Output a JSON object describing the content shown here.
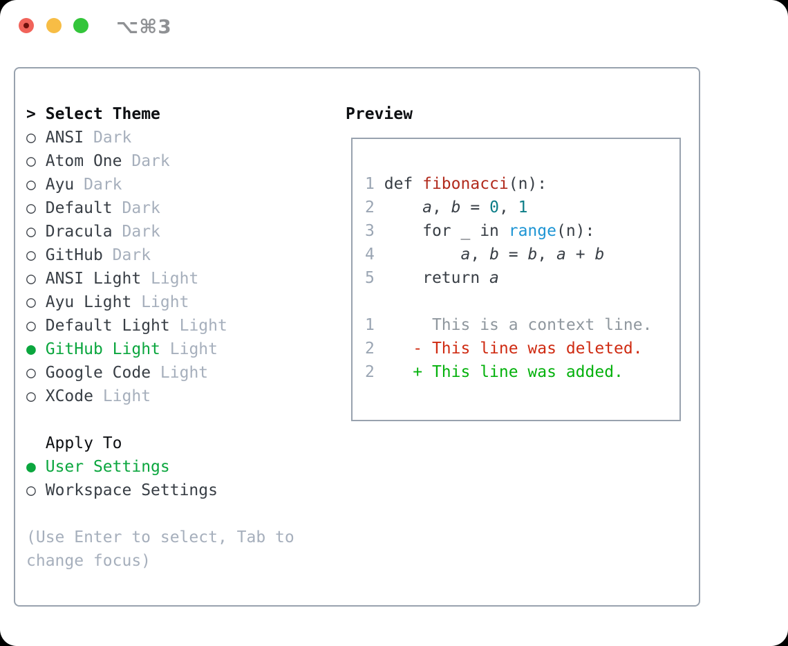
{
  "titlebar": {
    "shortcut": "⌥⌘3"
  },
  "panel": {
    "left": {
      "header_prefix": ">",
      "header_label": "Select Theme",
      "themes": [
        {
          "name": "ANSI",
          "variant": "Dark",
          "selected": false
        },
        {
          "name": "Atom One",
          "variant": "Dark",
          "selected": false
        },
        {
          "name": "Ayu",
          "variant": "Dark",
          "selected": false
        },
        {
          "name": "Default",
          "variant": "Dark",
          "selected": false
        },
        {
          "name": "Dracula",
          "variant": "Dark",
          "selected": false
        },
        {
          "name": "GitHub",
          "variant": "Dark",
          "selected": false
        },
        {
          "name": "ANSI Light",
          "variant": "Light",
          "selected": false
        },
        {
          "name": "Ayu Light",
          "variant": "Light",
          "selected": false
        },
        {
          "name": "Default Light",
          "variant": "Light",
          "selected": false
        },
        {
          "name": "GitHub Light",
          "variant": "Light",
          "selected": true
        },
        {
          "name": "Google Code",
          "variant": "Light",
          "selected": false
        },
        {
          "name": "XCode",
          "variant": "Light",
          "selected": false
        }
      ],
      "apply_to": {
        "label": "Apply To",
        "options": [
          {
            "label": "User Settings",
            "selected": true
          },
          {
            "label": "Workspace Settings",
            "selected": false
          }
        ]
      },
      "hint_lines": [
        "(Use Enter to select, Tab to",
        "change focus)"
      ]
    },
    "right": {
      "header": "Preview",
      "code_lines": [
        {
          "num": "1",
          "tokens": [
            {
              "c": "p",
              "t": "def "
            },
            {
              "c": "f",
              "t": "fibonacci"
            },
            {
              "c": "p",
              "t": "(n):"
            }
          ]
        },
        {
          "num": "2",
          "tokens": [
            {
              "c": "p",
              "t": "    "
            },
            {
              "c": "v",
              "t": "a"
            },
            {
              "c": "p",
              "t": ", "
            },
            {
              "c": "v",
              "t": "b"
            },
            {
              "c": "p",
              "t": " = "
            },
            {
              "c": "n",
              "t": "0"
            },
            {
              "c": "p",
              "t": ", "
            },
            {
              "c": "n",
              "t": "1"
            }
          ]
        },
        {
          "num": "3",
          "tokens": [
            {
              "c": "p",
              "t": "    for _ in "
            },
            {
              "c": "b",
              "t": "range"
            },
            {
              "c": "p",
              "t": "(n):"
            }
          ]
        },
        {
          "num": "4",
          "tokens": [
            {
              "c": "p",
              "t": "        "
            },
            {
              "c": "v",
              "t": "a"
            },
            {
              "c": "p",
              "t": ", "
            },
            {
              "c": "v",
              "t": "b"
            },
            {
              "c": "p",
              "t": " = "
            },
            {
              "c": "v",
              "t": "b"
            },
            {
              "c": "p",
              "t": ", "
            },
            {
              "c": "v",
              "t": "a"
            },
            {
              "c": "p",
              "t": " + "
            },
            {
              "c": "v",
              "t": "b"
            }
          ]
        },
        {
          "num": "5",
          "tokens": [
            {
              "c": "p",
              "t": "    return "
            },
            {
              "c": "v",
              "t": "a"
            }
          ]
        }
      ],
      "diff_lines": [
        {
          "num": "1",
          "cls": "context",
          "text": "     This is a context line."
        },
        {
          "num": "2",
          "cls": "del",
          "text": "   - This line was deleted."
        },
        {
          "num": "2",
          "cls": "add",
          "text": "   + This line was added."
        }
      ]
    }
  },
  "icons": {
    "radio_unselected": "○",
    "radio_selected": "●"
  },
  "colors": {
    "selection_green": "#0ba63e",
    "diff_added_green": "#04b10c",
    "diff_deleted_red": "#cf2b12",
    "function_red": "#b12a1c",
    "builtin_blue": "#1e95d4",
    "number_teal": "#0b7d87",
    "muted_gray": "#a6afbc",
    "panel_border": "#98a2ae",
    "traffic_red": "#f1635a",
    "traffic_yellow": "#f7bd45",
    "traffic_green": "#33c53a"
  }
}
